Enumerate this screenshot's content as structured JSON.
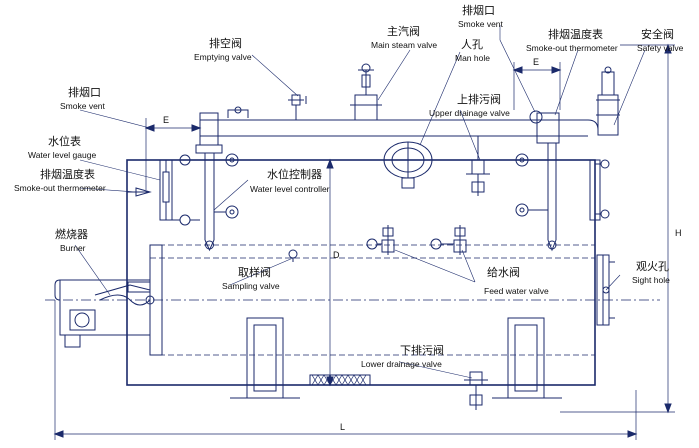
{
  "labels": {
    "smoke_vent_top": {
      "zh": "排烟口",
      "en": "Smoke vent"
    },
    "smoke_out_thermo_top": {
      "zh": "排烟温度表",
      "en": "Smoke-out thermometer"
    },
    "safety_valve": {
      "zh": "安全阀",
      "en": "Safety valve"
    },
    "emptying_valve": {
      "zh": "排空阀",
      "en": "Emptying valve"
    },
    "main_steam_valve": {
      "zh": "主汽阀",
      "en": "Main steam valve"
    },
    "man_hole": {
      "zh": "人孔",
      "en": "Man hole"
    },
    "upper_drainage_valve": {
      "zh": "上排污阀",
      "en": "Upper drainage valve"
    },
    "smoke_vent_left": {
      "zh": "排烟口",
      "en": "Smoke vent"
    },
    "water_level_gauge": {
      "zh": "水位表",
      "en": "Water level gauge"
    },
    "smoke_out_thermo_left": {
      "zh": "排烟温度表",
      "en": "Smoke-out thermometer"
    },
    "water_level_controller": {
      "zh": "水位控制器",
      "en": "Water level controller"
    },
    "burner": {
      "zh": "燃烧器",
      "en": "Burner"
    },
    "sampling_valve": {
      "zh": "取样阀",
      "en": "Sampling valve"
    },
    "feed_water_valve": {
      "zh": "给水阀",
      "en": "Feed water valve"
    },
    "sight_hole": {
      "zh": "观火孔",
      "en": "Sight hole"
    },
    "lower_drainage_valve": {
      "zh": "下排污阀",
      "en": "Lower drainage valve"
    }
  },
  "dimensions": {
    "E_left": "E",
    "E_right": "E",
    "H": "H",
    "D": "D",
    "L": "L"
  },
  "colors": {
    "line": "#1b2a6b",
    "text": "#111111",
    "background": "#ffffff"
  }
}
